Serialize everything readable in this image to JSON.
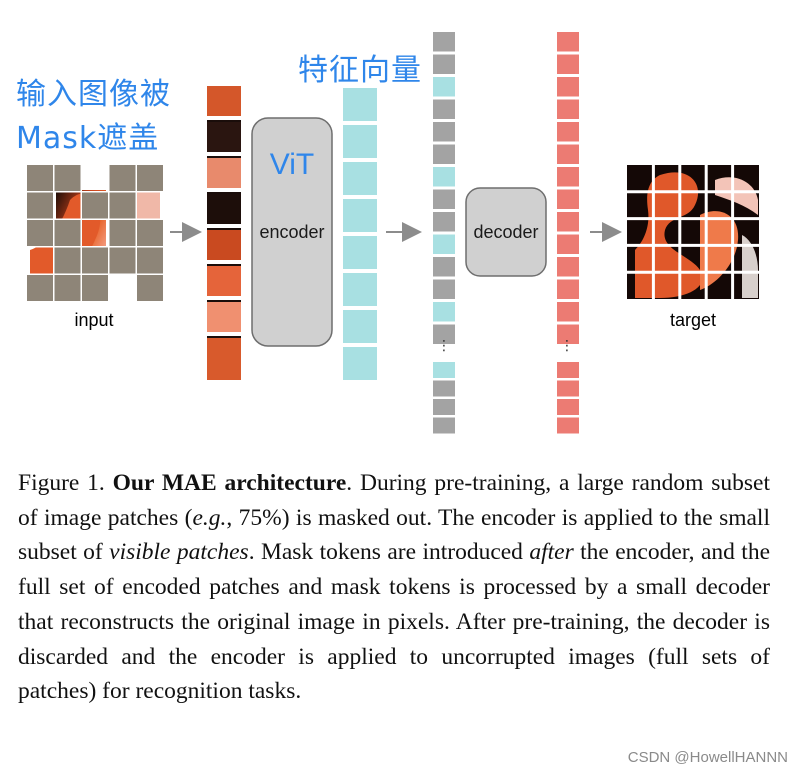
{
  "annotations": {
    "input_masked": "输入图像被Mask遮盖",
    "feature_vectors": "特征向量"
  },
  "diagram": {
    "input_label": "input",
    "target_label": "target",
    "encoder_title": "ViT",
    "encoder_label": "encoder",
    "decoder_label": "decoder",
    "ellipsis": "⋮"
  },
  "caption": {
    "figure_number": "Figure 1.",
    "title": "Our MAE architecture",
    "p1": ". During pre-training, a large random subset of image patches (",
    "eg": "e.g.",
    "p2": ", 75%) is masked out. The encoder is applied to the small subset of ",
    "visible": "visible patches",
    "p3": ". Mask tokens are introduced ",
    "after": "after",
    "p4": " the encoder, and the full set of encoded patches and mask tokens is processed by a small decoder that reconstructs the original image in pixels. After pre-training, the decoder is discarded and the encoder is applied to uncorrupted images (full sets of patches) for recognition tasks."
  },
  "watermark": "CSDN @HowellHANNN",
  "colors": {
    "annotation_blue": "#2f86ea",
    "mask_gray": "#8e8578",
    "token_cyan": "#a8e0e2",
    "token_gray": "#a3a3a3",
    "token_red": "#ec7b73",
    "box_fill": "#d0d0d0",
    "arrow": "#8c8c8c"
  }
}
